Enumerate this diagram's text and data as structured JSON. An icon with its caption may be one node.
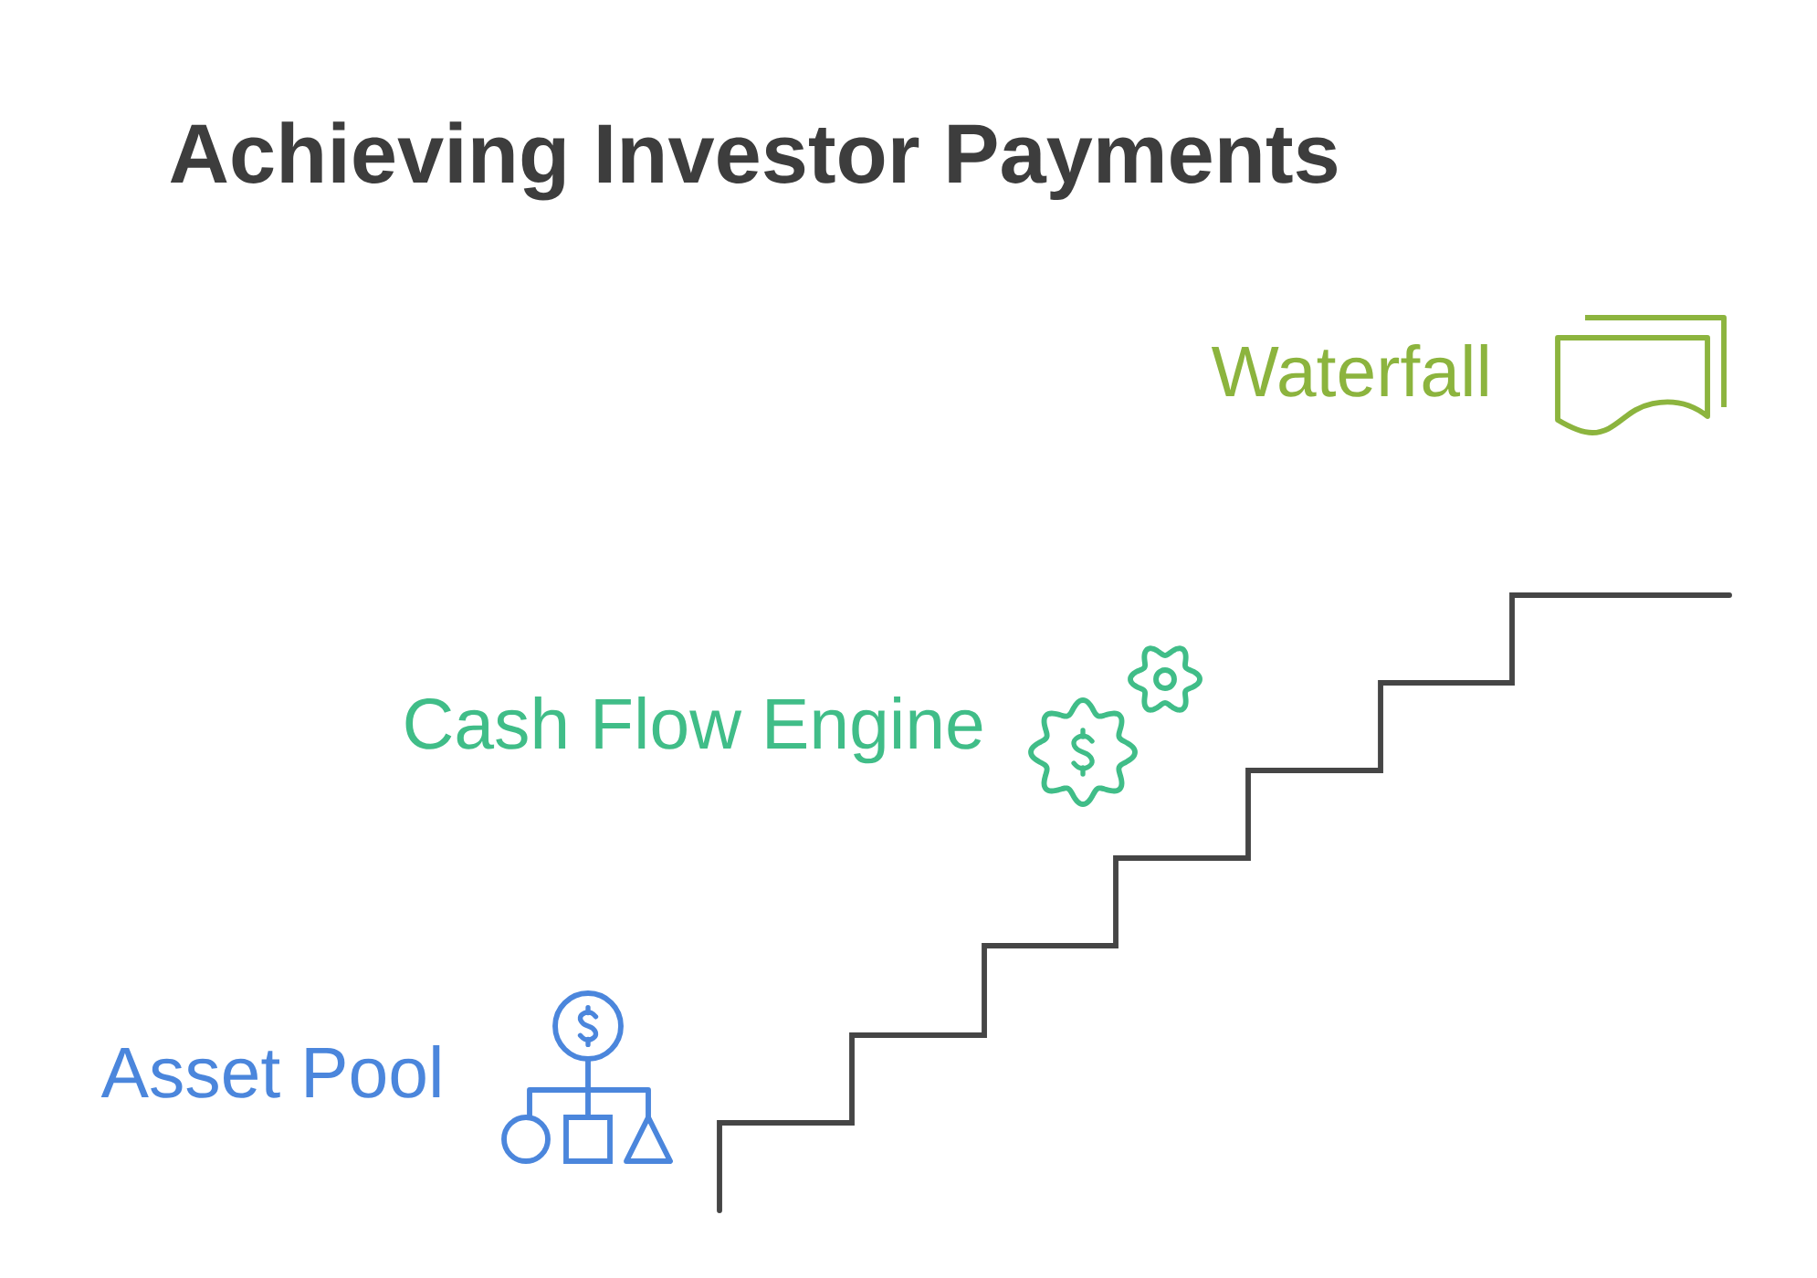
{
  "diagram": {
    "title": "Achieving Investor Payments",
    "labels": [
      "Waterfall",
      "Cash Flow Engine",
      "Asset Pool"
    ]
  }
}
